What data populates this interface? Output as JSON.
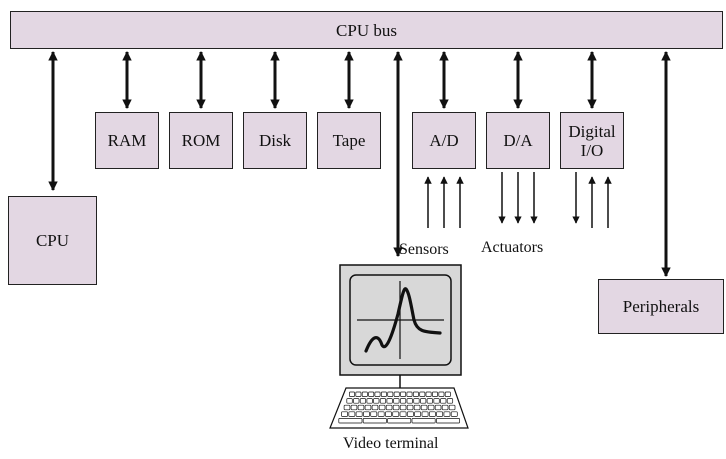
{
  "bus": {
    "label": "CPU bus"
  },
  "modules": {
    "ram": "RAM",
    "rom": "ROM",
    "disk": "Disk",
    "tape": "Tape",
    "ad": "A/D",
    "da": "D/A",
    "dio": "Digital\nI/O"
  },
  "cpu": "CPU",
  "peripherals": "Peripherals",
  "sensors": "Sensors",
  "actuators": "Actuators",
  "terminal": "Video terminal",
  "colors": {
    "box_fill": "#e3d7e3",
    "line": "#111111",
    "monitor_gray": "#d8d8d8"
  },
  "icons": {
    "terminal": "video-terminal-icon",
    "keyboard": "keyboard-icon",
    "waveform": "waveform-trace"
  }
}
